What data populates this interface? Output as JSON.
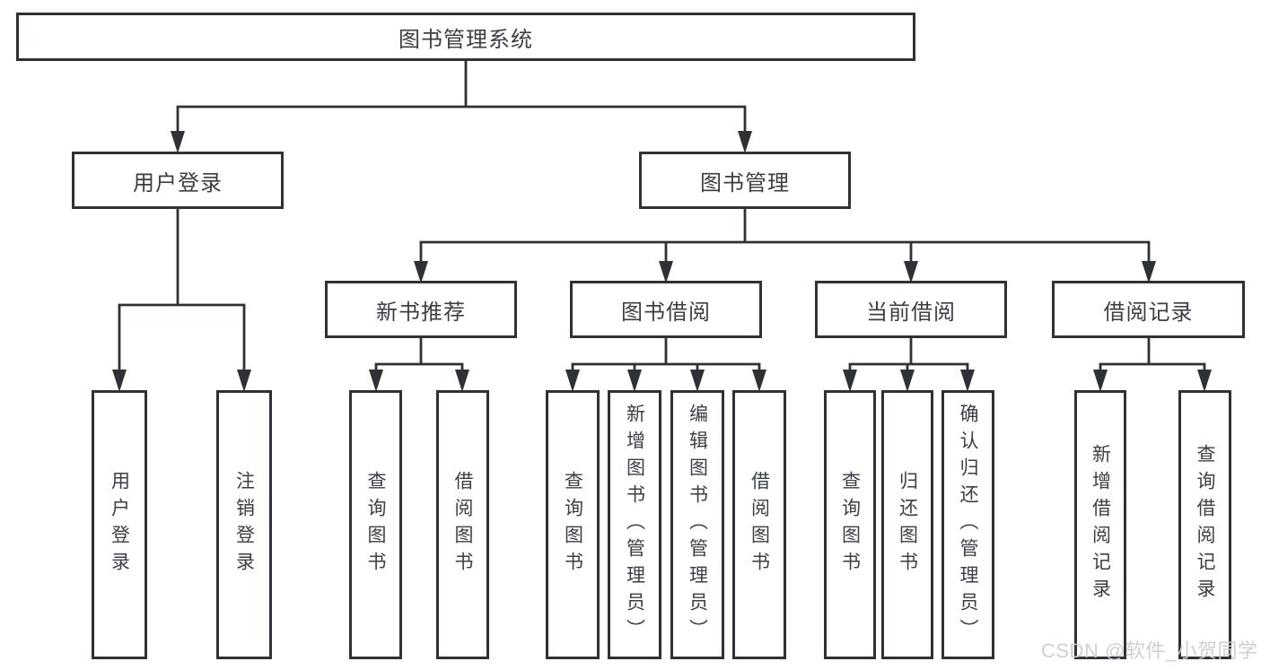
{
  "title": "图书管理系统",
  "tree": {
    "user": {
      "label": "用户登录",
      "children": [
        "用户登录",
        "注销登录"
      ]
    },
    "books": {
      "label": "图书管理",
      "children": [
        {
          "label": "新书推荐",
          "children": [
            "查询图书",
            "借阅图书"
          ]
        },
        {
          "label": "图书借阅",
          "children": [
            "查询图书",
            "新增图书（管理员）",
            "编辑图书（管理员）",
            "借阅图书"
          ]
        },
        {
          "label": "当前借阅",
          "children": [
            "查询图书",
            "归还图书",
            "确认归还（管理员）"
          ]
        },
        {
          "label": "借阅记录",
          "children": [
            "新增借阅记录",
            "查询借阅记录"
          ]
        }
      ]
    }
  },
  "watermark": "CSDN @软件_小贺同学",
  "colors": {
    "line": "#2e3136",
    "text": "#3a3f46",
    "background": "#ffffff",
    "watermark": "#c9cdd2"
  }
}
